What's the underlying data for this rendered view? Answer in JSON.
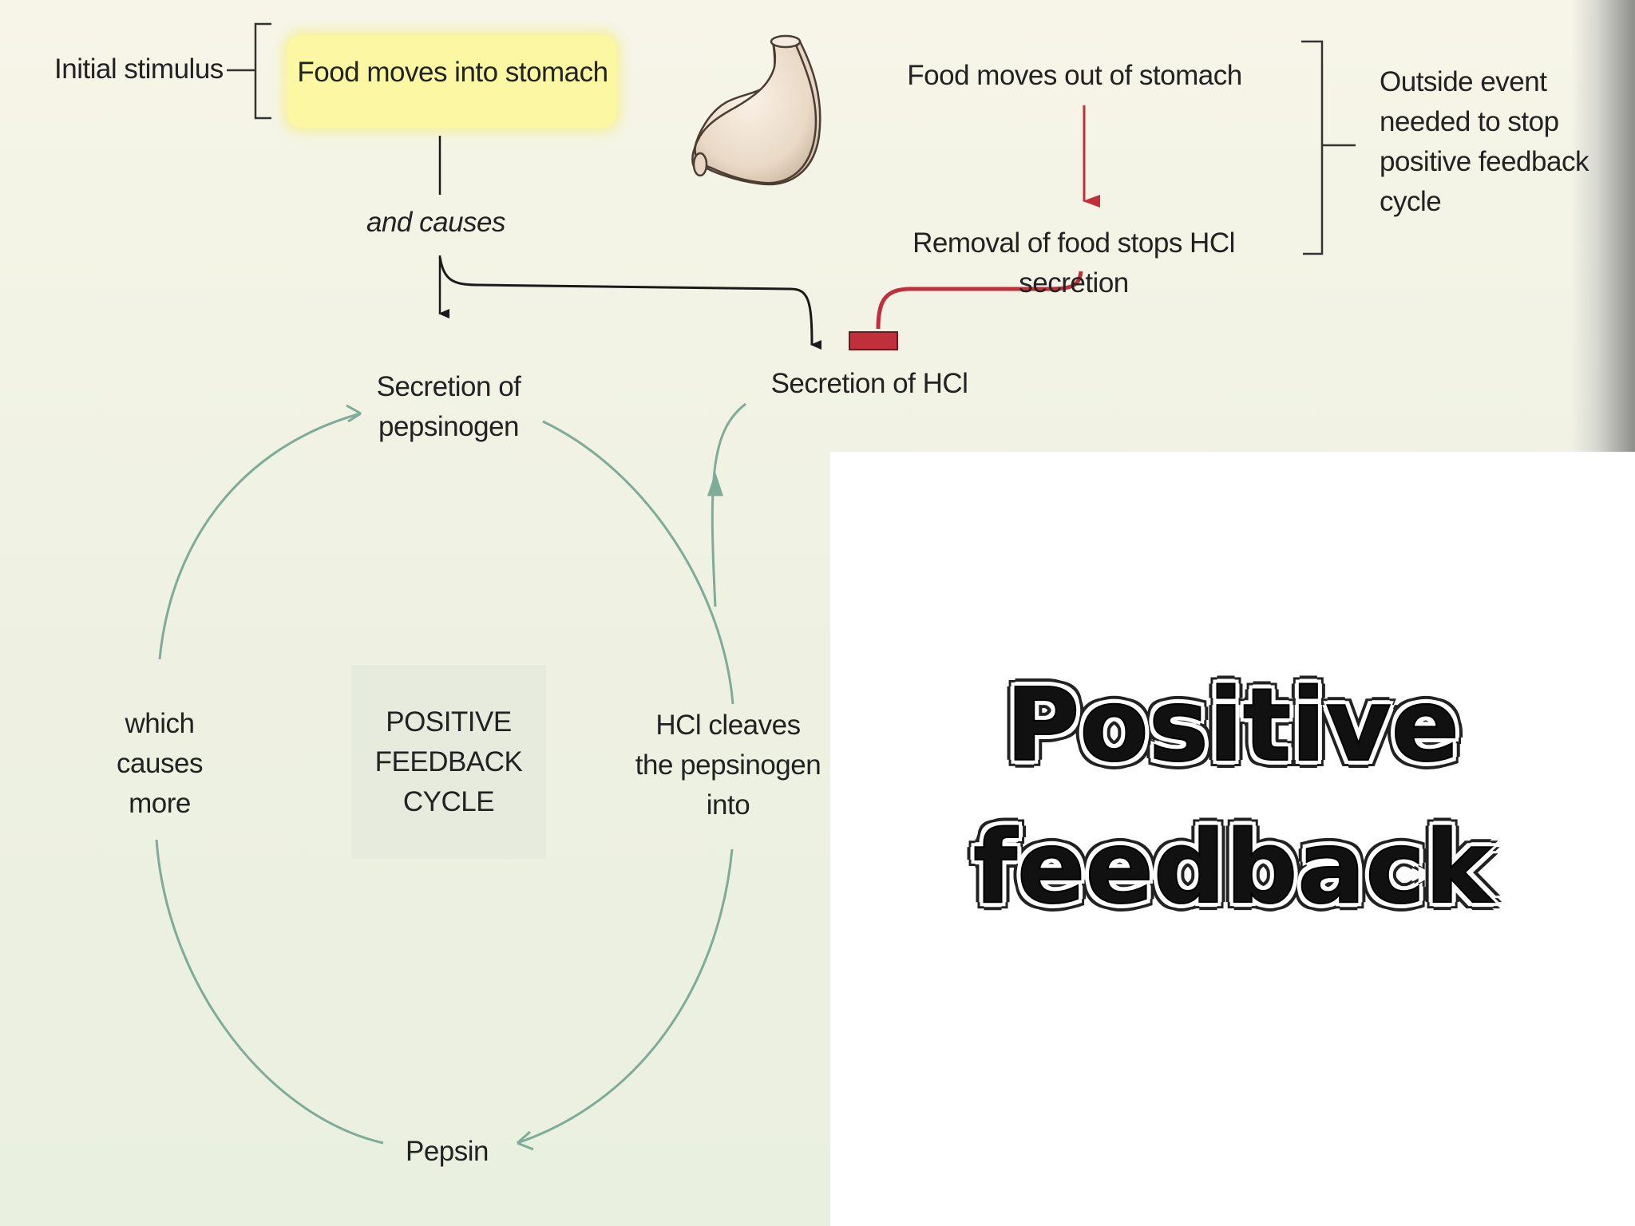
{
  "diagram": {
    "initial_stimulus": "Initial stimulus",
    "food_in": "Food moves into stomach",
    "and_causes": "and causes",
    "food_out": "Food moves out of stomach",
    "removal": "Removal of food stops HCl secretion",
    "outside_event": [
      "Outside event",
      "needed to stop",
      "positive feedback",
      "cycle"
    ],
    "secretion_pepsinogen": [
      "Secretion of",
      "pepsinogen"
    ],
    "secretion_hcl": "Secretion of HCl",
    "which_causes": [
      "which",
      "causes",
      "more"
    ],
    "cycle_label": [
      "POSITIVE",
      "FEEDBACK",
      "CYCLE"
    ],
    "hcl_cleaves": [
      "HCl cleaves",
      "the pepsinogen",
      "into"
    ],
    "pepsin": "Pepsin"
  },
  "title": [
    "Positive",
    "feedback"
  ],
  "colors": {
    "cycle_arrow": "#7fab99",
    "red_arrow": "#c0303a",
    "black_line": "#1a1a1a",
    "highlight": "#fbf7a3"
  },
  "icons": {
    "stomach": "stomach-illustration"
  }
}
